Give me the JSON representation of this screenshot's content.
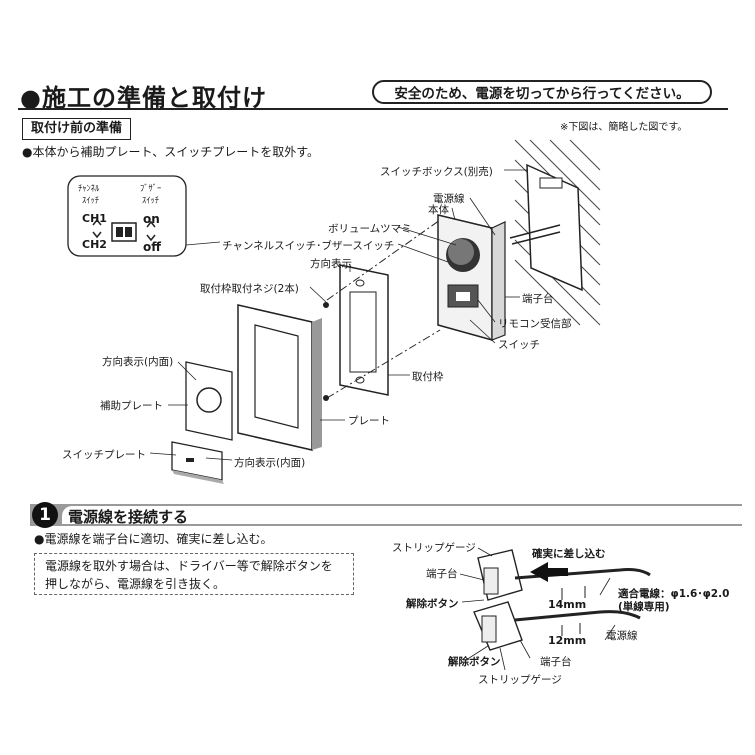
{
  "header": {
    "title": "●施工の準備と取付け",
    "safety_notice": "安全のため、電源を切ってから行ってください。"
  },
  "prep": {
    "heading": "取付け前の準備",
    "note": "※下図は、簡略した図です。",
    "instruction": "●本体から補助プレート、スイッチプレートを取外す。",
    "switch_inset": {
      "channel_label_1": "ﾁｬﾝﾈﾙ",
      "channel_label_2": "ｽｲｯﾁ",
      "buzzer_label_1": "ﾌﾞｻﾞｰ",
      "buzzer_label_2": "ｽｲｯﾁ",
      "ch1": "CH1",
      "ch2": "CH2",
      "on": "on",
      "off": "off"
    },
    "labels": {
      "switch_box": "スイッチボックス(別売)",
      "power_wire": "電源線",
      "body": "本体",
      "volume_knob": "ボリュームツマミ",
      "channel_buzzer_switch": "チャンネルスイッチ･ブザースイッチ",
      "direction_mark": "方向表示",
      "frame_screws": "取付枠取付ネジ(2本)",
      "terminal_block": "端子台",
      "remote_receiver": "リモコン受信部",
      "switch": "スイッチ",
      "direction_mark_inner_1": "方向表示(内面)",
      "mounting_frame": "取付枠",
      "aux_plate": "補助プレート",
      "plate": "プレート",
      "switch_plate": "スイッチプレート",
      "direction_mark_inner_2": "方向表示(内面)"
    }
  },
  "step1": {
    "number": "1",
    "title": "電源線を接続する",
    "instruction": "●電源線を端子台に適切、確実に差し込む。",
    "note_line1": "電源線を取外す場合は、ドライバー等で解除ボタンを",
    "note_line2": "押しながら、電源線を引き抜く。",
    "labels": {
      "strip_gauge_top": "ストリップゲージ",
      "terminal_top": "端子台",
      "release_top": "解除ボタン",
      "insert_firmly": "確実に差し込む",
      "len_14": "14mm",
      "len_12": "12mm",
      "wire_spec_1": "適合電線：φ1.6･φ2.0",
      "wire_spec_2": "(単線専用)",
      "power_wire": "電源線",
      "release_bottom": "解除ボタン",
      "terminal_bottom": "端子台",
      "strip_gauge_bottom": "ストリップゲージ"
    }
  }
}
